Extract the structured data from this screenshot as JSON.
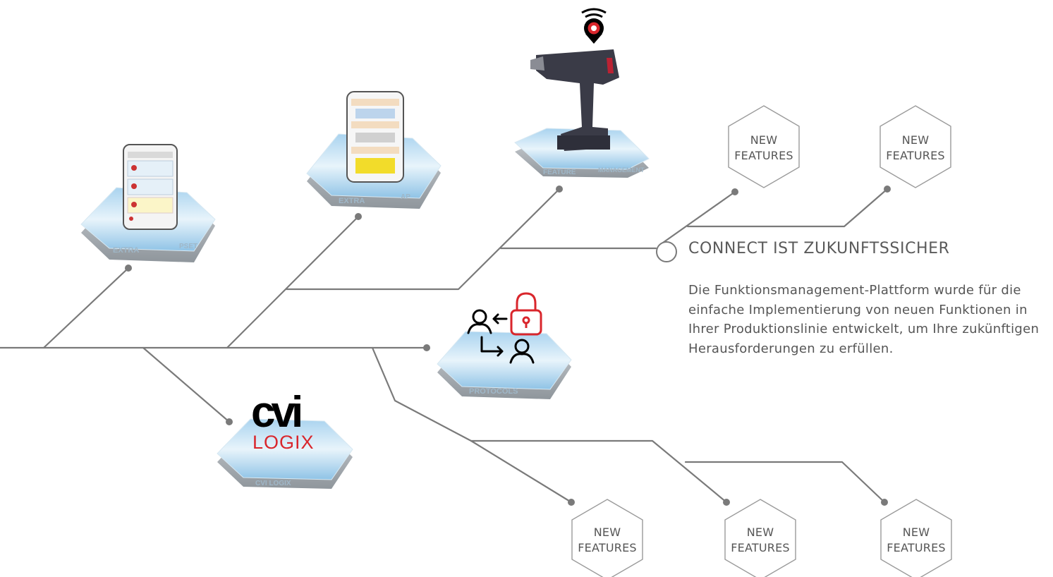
{
  "heading": "CONNECT IST ZUKUNFTSSICHER",
  "body": "Die Funktionsmanagement-Plattform wurde für die einfache Implementierung von neuen Funktionen in Ihrer Produktionslinie entwickelt, um Ihre zukünftigen Herausforderungen zu erfüllen.",
  "hex_label": {
    "line1": "NEW",
    "line2": "FEATURES"
  },
  "platforms": {
    "pset": {
      "left": "EXTRA",
      "right": "PSET"
    },
    "ap": {
      "left": "EXTRA",
      "right": "AP"
    },
    "feature": {
      "left": "FEATURE",
      "right": "MANAGEMENT"
    },
    "protocols": {
      "label": "PROTOCOLS"
    },
    "cvilogix": {
      "label": "CVI LOGIX"
    }
  },
  "logo": {
    "top": "CVI",
    "bottom": "LOGIX"
  },
  "colors": {
    "line": "#7a7a7a",
    "accent_red": "#d9262c",
    "platform_blue": "#bcdcf0"
  }
}
